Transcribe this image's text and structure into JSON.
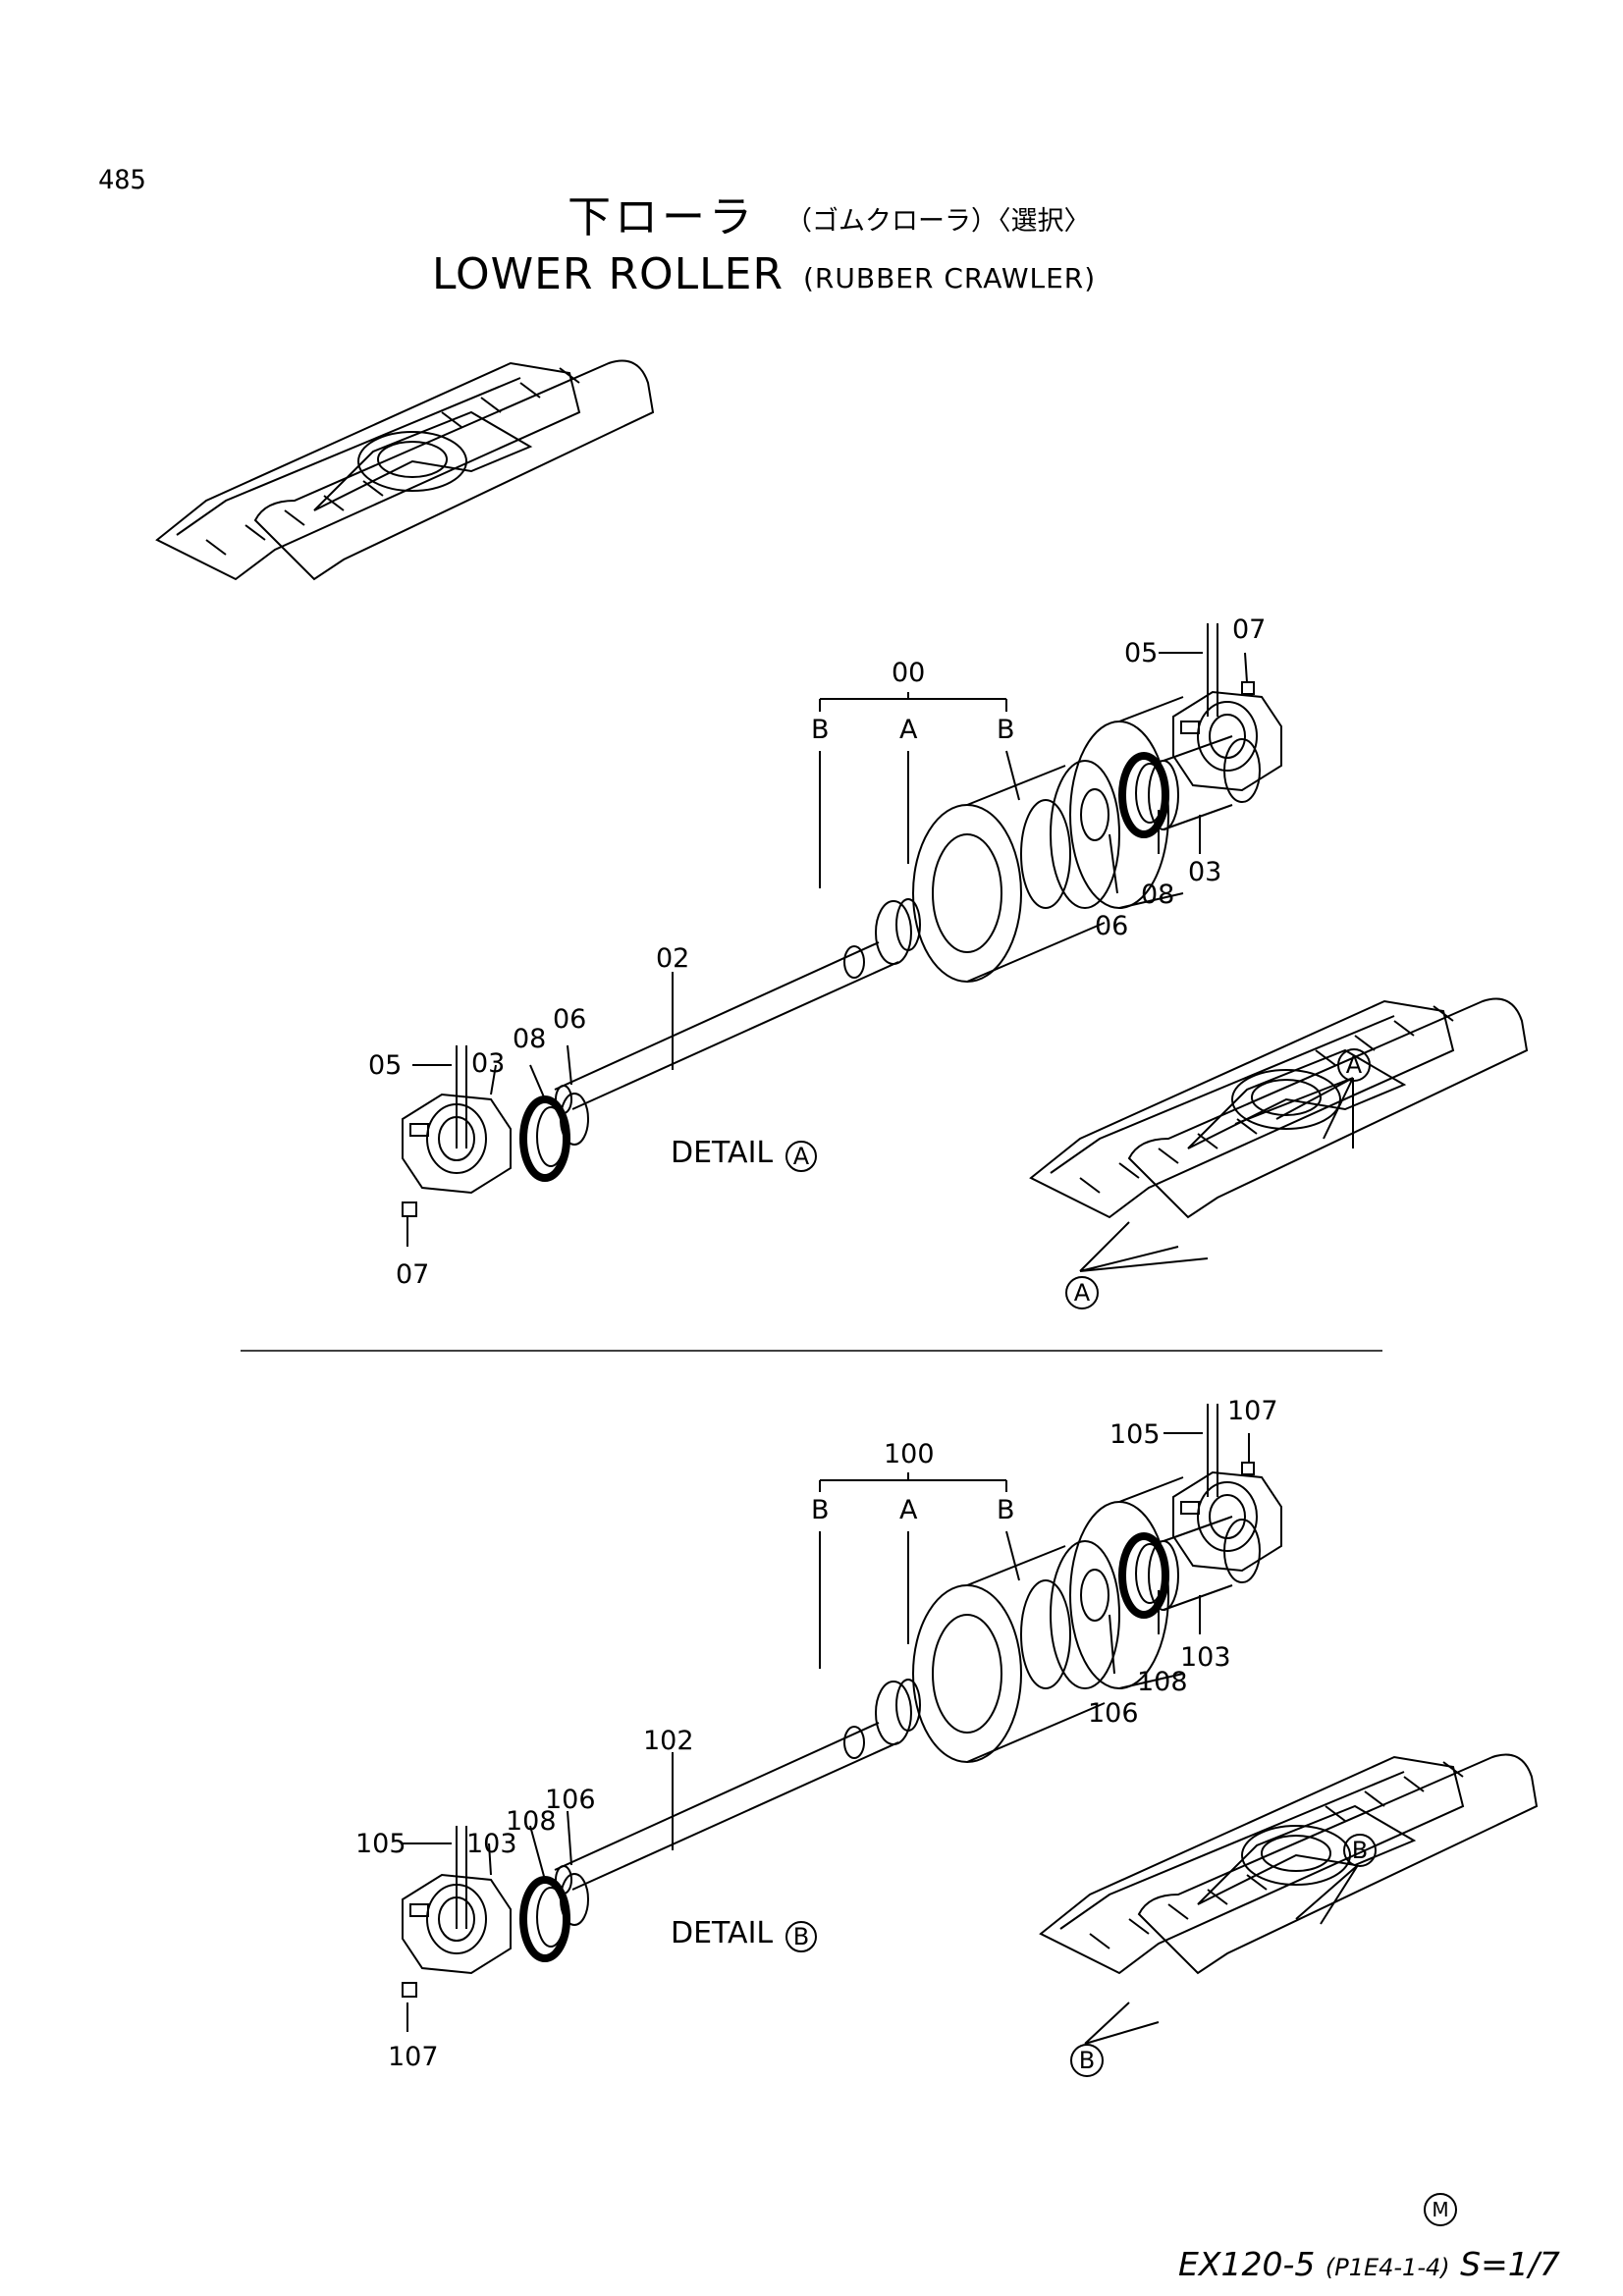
{
  "page_number": "485",
  "title": {
    "jp": "下ローラ",
    "jp_sub": "（ゴムクローラ）〈選択〉",
    "en": "LOWER ROLLER",
    "en_sub": "(RUBBER CRAWLER)"
  },
  "upper": {
    "assy": "00",
    "part_a": "A",
    "part_b": "B",
    "shaft": "02",
    "bracket": "03",
    "pin": "05",
    "oring": "06",
    "plug": "07",
    "seal": "08",
    "detail": "DETAIL",
    "detail_mark": "A",
    "callout": "A"
  },
  "lower": {
    "assy": "100",
    "part_a": "A",
    "part_b": "B",
    "shaft": "102",
    "bracket": "103",
    "pin": "105",
    "oring": "106",
    "plug": "107",
    "seal": "108",
    "detail": "DETAIL",
    "detail_mark": "B",
    "callout": "B"
  },
  "footer": {
    "mark": "M",
    "model": "EX120-5",
    "code": "(P1E4-1-4)",
    "scale": "S=1/7"
  }
}
